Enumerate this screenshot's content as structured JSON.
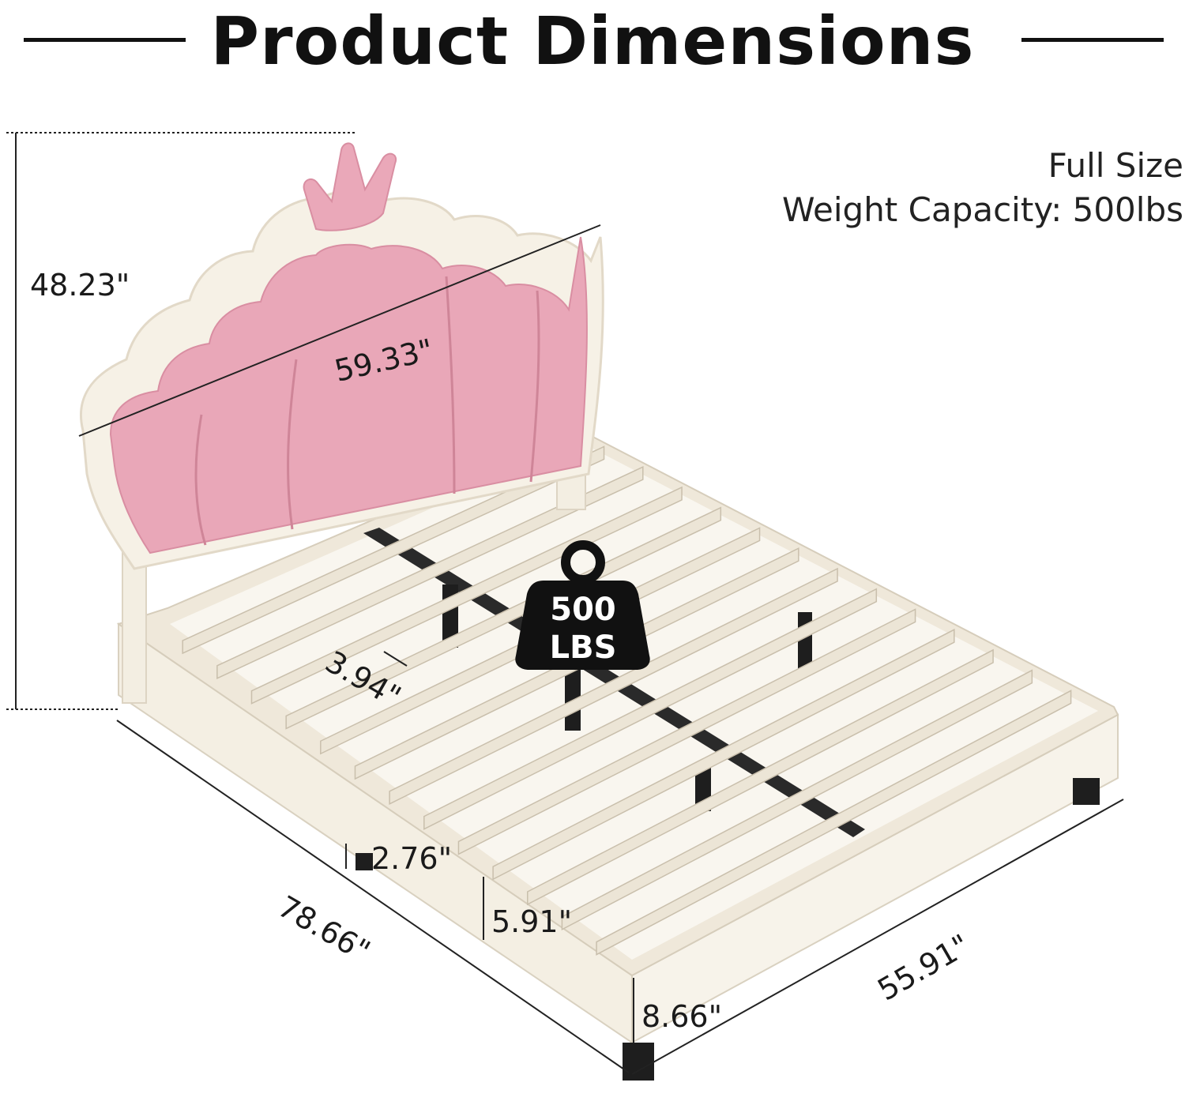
{
  "header": {
    "title": "Product Dimensions"
  },
  "info": {
    "size": "Full Size",
    "weight_capacity": "Weight Capacity: 500lbs"
  },
  "badge": {
    "line1": "500",
    "line2": "LBS"
  },
  "dimensions": {
    "total_height": "48.23\"",
    "headboard_width": "59.33\"",
    "slat_gap": "3.94\"",
    "slat_height": "2.76\"",
    "rail_height": "5.91\"",
    "length": "78.66\"",
    "width": "55.91\"",
    "clearance": "8.66\""
  },
  "colors": {
    "headboard_pink": "#e9a7b8",
    "frame_cream": "#f6f1e6",
    "slat": "#ece5d6",
    "metal": "#1e1e1e",
    "text": "#1a1a1a"
  }
}
